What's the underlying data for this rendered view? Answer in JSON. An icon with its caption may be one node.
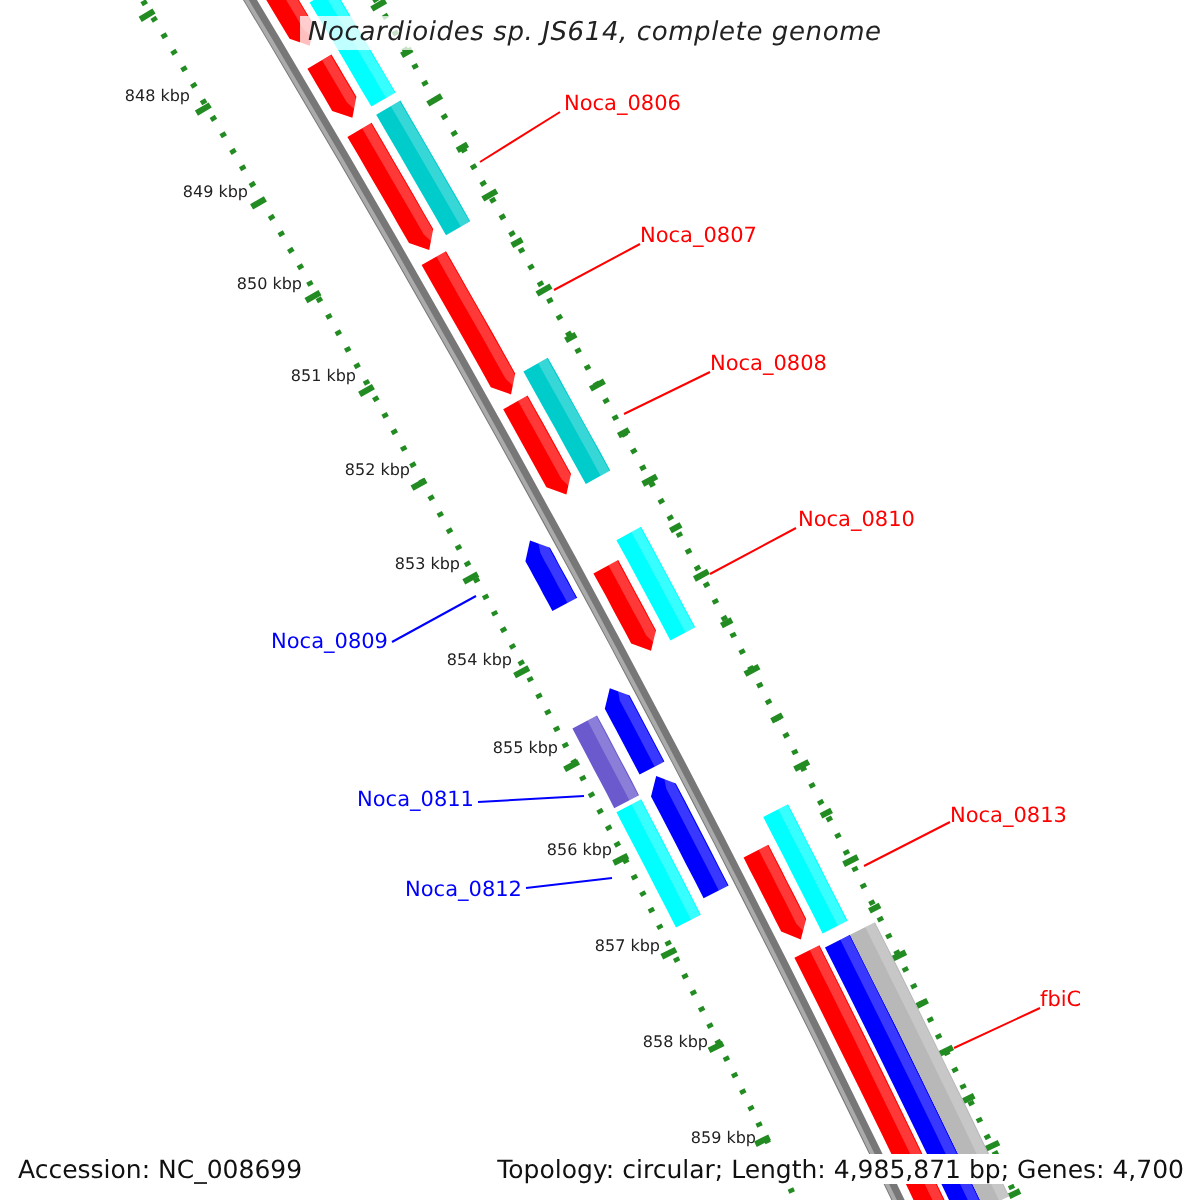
{
  "diagram": {
    "title": "Nocardioides sp. JS614, complete genome",
    "nodes": [
      {
        "text": [
          "Noca_0806"
        ]
      },
      {
        "text": [
          "Noca_0807"
        ]
      },
      {
        "text": [
          "Noca_0808"
        ]
      },
      {
        "text": [
          "Noca_0810"
        ]
      },
      {
        "text": [
          "Noca_0809"
        ]
      },
      {
        "text": [
          "Noca_0811"
        ]
      },
      {
        "text": [
          "Noca_0812"
        ]
      },
      {
        "text": [
          "Noca_0813"
        ]
      },
      {
        "text": [
          "fbiC"
        ]
      }
    ],
    "edges": [
      {
        "from": 0,
        "to": null,
        "arrow": "none"
      },
      {
        "from": 1,
        "to": null,
        "arrow": "none"
      },
      {
        "from": 2,
        "to": null,
        "arrow": "none"
      },
      {
        "from": 3,
        "to": null,
        "arrow": "none"
      },
      {
        "from": 4,
        "to": null,
        "arrow": "none",
        "color": "#0000ff"
      },
      {
        "from": 5,
        "to": null,
        "arrow": "none",
        "color": "#0000ff"
      },
      {
        "from": 6,
        "to": null,
        "arrow": "none",
        "color": "#0000ff"
      },
      {
        "from": 7,
        "to": null,
        "arrow": "none"
      },
      {
        "from": 8,
        "to": null,
        "arrow": "none"
      }
    ],
    "labels": [
      "848 kbp",
      "849 kbp",
      "850 kbp",
      "851 kbp",
      "852 kbp",
      "853 kbp",
      "854 kbp",
      "855 kbp",
      "856 kbp",
      "857 kbp",
      "858 kbp",
      "859 kbp",
      "Accession: NC_008699",
      "Topology: circular; Length: 4,985,871 bp; Genes: 4,700"
    ]
  }
}
